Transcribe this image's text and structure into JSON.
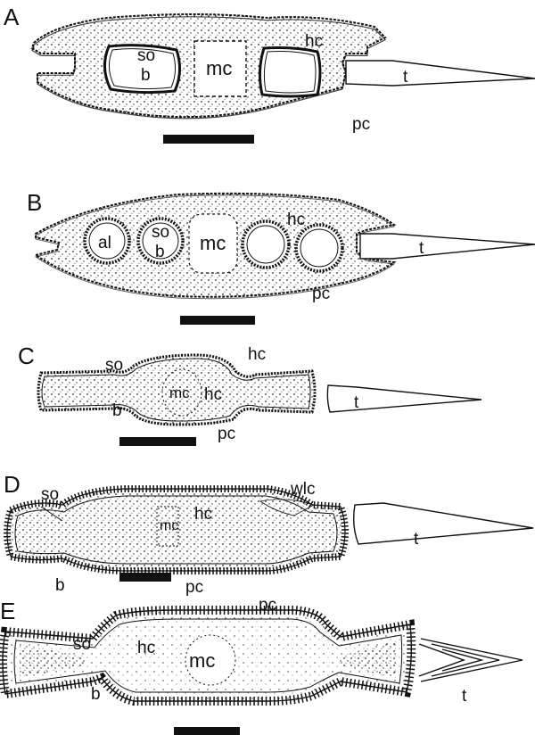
{
  "figure": {
    "colors": {
      "ink": "#111111",
      "background": "#ffffff",
      "stipple": "#222222"
    },
    "panels": [
      {
        "id": "A",
        "letter": "A",
        "outline": "elongated lens-shaped section with notched left end and toothed right end",
        "labels": {
          "so": "so",
          "b": "b",
          "mc": "mc",
          "hc": "hc",
          "pc": "pc",
          "t": "t"
        }
      },
      {
        "id": "B",
        "letter": "B",
        "outline": "lens-shaped section with four rounded chambers",
        "labels": {
          "al": "al",
          "so": "so",
          "b": "b",
          "mc": "mc",
          "hc": "hc",
          "pc": "pc",
          "t": "t"
        }
      },
      {
        "id": "C",
        "letter": "C",
        "outline": "dumbbell-shaped section",
        "labels": {
          "so": "so",
          "hc_outer": "hc",
          "hc_inner": "hc",
          "mc": "mc",
          "b": "b",
          "pc": "pc",
          "t": "t"
        }
      },
      {
        "id": "D",
        "letter": "D",
        "outline": "elongated section with thick cellular wall",
        "labels": {
          "so": "so",
          "mc": "mc",
          "hc": "hc",
          "wlc": "wlc",
          "b": "b",
          "pc": "pc",
          "t": "t"
        }
      },
      {
        "id": "E",
        "letter": "E",
        "outline": "hexagonal dumbbell section with thick cellular wall",
        "labels": {
          "pc": "pc",
          "so": "so",
          "hc": "hc",
          "mc": "mc",
          "b": "b",
          "t": "t"
        }
      }
    ]
  }
}
